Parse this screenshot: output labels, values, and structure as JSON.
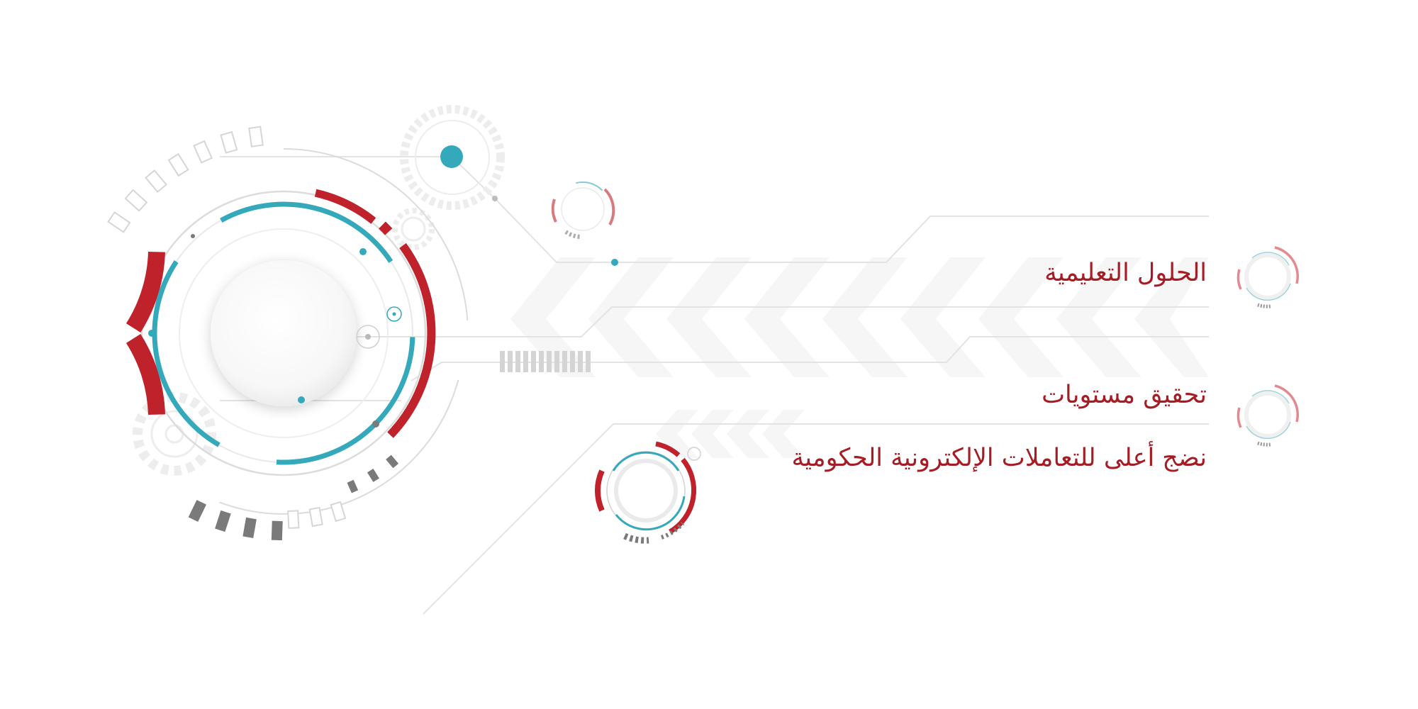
{
  "items": [
    {
      "label": "الحلول التعليمية",
      "icon": "gauge-icon"
    },
    {
      "label": "تحقيق مستويات",
      "icon": "gauge-icon"
    },
    {
      "label": "نضج أعلى للتعاملات الإلكترونية الحكومية"
    }
  ],
  "colors": {
    "accent_red": "#c0222b",
    "accent_teal": "#35a9bc",
    "text_red": "#a51c24",
    "line_gray": "#e3e3e3",
    "dark_gray": "#7a7a7a"
  }
}
